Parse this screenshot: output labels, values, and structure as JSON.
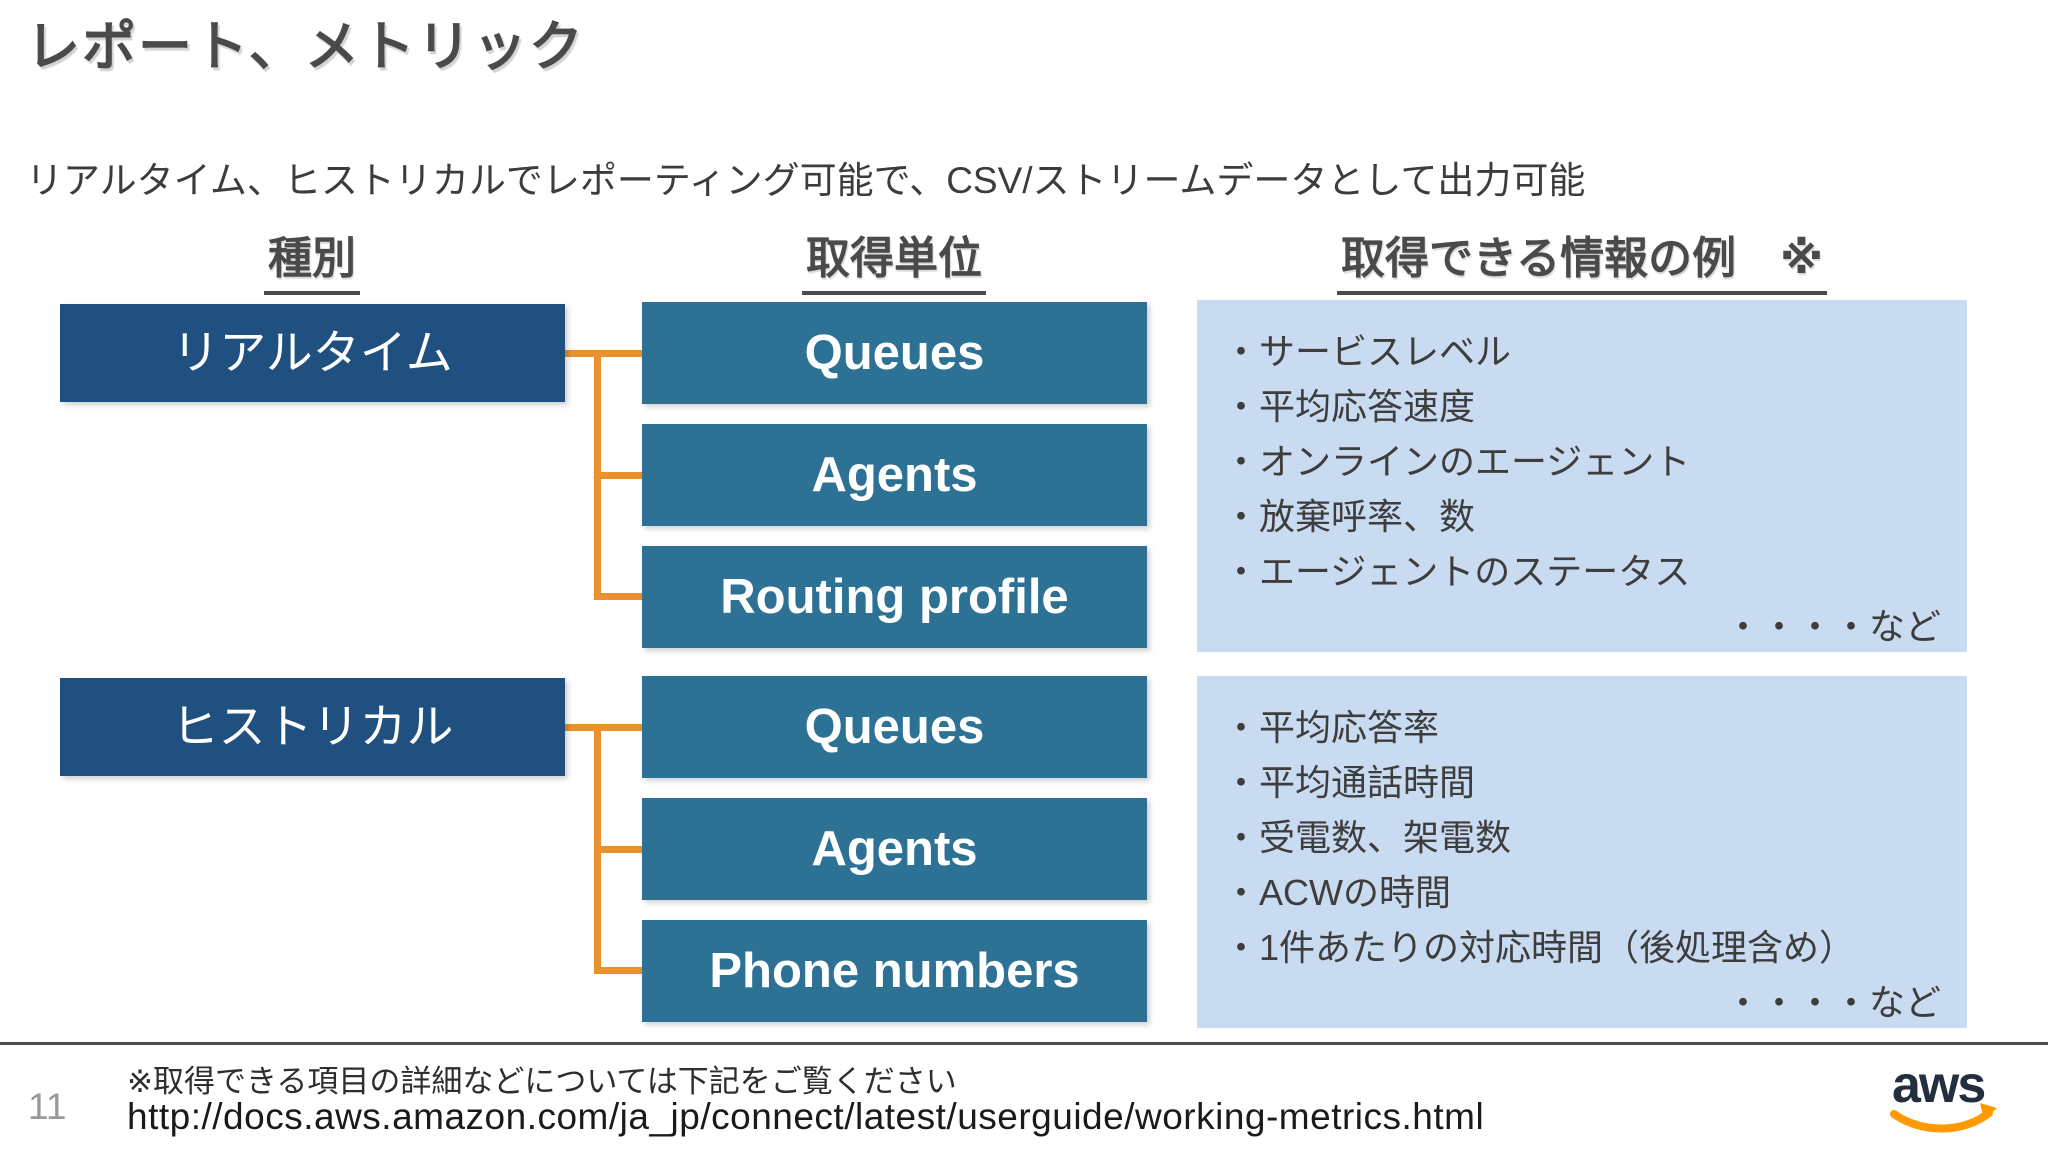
{
  "slide": {
    "title": "レポート、メトリック",
    "subtitle": "リアルタイム、ヒストリカルでレポーティング可能で、CSV/ストリームデータとして出力可能",
    "page_number": "11"
  },
  "headers": {
    "type": "種別",
    "unit": "取得単位",
    "info": "取得できる情報の例　※"
  },
  "rows": {
    "realtime": {
      "label": "リアルタイム",
      "units": [
        "Queues",
        "Agents",
        "Routing profile"
      ],
      "info_items": [
        "・サービスレベル",
        "・平均応答速度",
        "・オンラインのエージェント",
        "・放棄呼率、数",
        "・エージェントのステータス"
      ],
      "info_etc": "・・・・など"
    },
    "historical": {
      "label": "ヒストリカル",
      "units": [
        "Queues",
        "Agents",
        "Phone numbers"
      ],
      "info_items": [
        "・平均応答率",
        "・平均通話時間",
        "・受電数、架電数",
        "・ACWの時間",
        "・1件あたりの対応時間（後処理含め）"
      ],
      "info_etc": "・・・・など"
    }
  },
  "footer": {
    "note": "※取得できる項目の詳細などについては下記をご覧ください",
    "url": "http://docs.aws.amazon.com/ja_jp/connect/latest/userguide/working-metrics.html",
    "logo": "aws"
  },
  "colors": {
    "dark_blue": "#1F5080",
    "teal": "#2D7294",
    "light_blue": "#C9DBF0",
    "connector_orange": "#E8912D",
    "aws_navy": "#232F3E",
    "aws_orange": "#FF9900"
  }
}
